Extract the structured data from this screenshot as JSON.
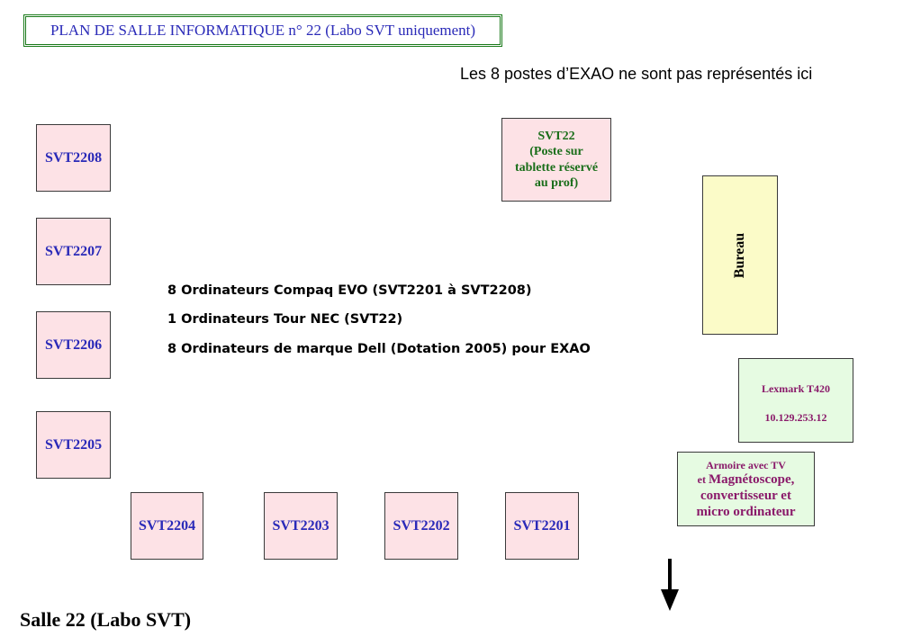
{
  "header": {
    "title": "PLAN DE SALLE INFORMATIQUE n° 22 (Labo SVT uniquement)",
    "note": "Les 8 postes d’EXAO ne sont pas représentés ici"
  },
  "stations": {
    "svt2208": "SVT2208",
    "svt2207": "SVT2207",
    "svt2206": "SVT2206",
    "svt2205": "SVT2205",
    "svt2204": "SVT2204",
    "svt2203": "SVT2203",
    "svt2202": "SVT2202",
    "svt2201": "SVT2201"
  },
  "prof_station": {
    "line1": "SVT22",
    "line2": "(Poste sur",
    "line3": "tablette réservé",
    "line4": "au prof)"
  },
  "bureau": {
    "label": "Bureau"
  },
  "printer": {
    "name": "Lexmark T420",
    "ip": "10.129.253.12"
  },
  "armoire": {
    "line1": "Armoire avec TV",
    "line2_prefix": "et ",
    "line2_main": "Magnétoscope,",
    "line3": "convertisseur et",
    "line4": "micro ordinateur"
  },
  "info": {
    "line1": "8 Ordinateurs Compaq EVO (SVT2201 à SVT2208)",
    "line2": "1 Ordinateurs Tour NEC (SVT22)",
    "line3": "8 Ordinateurs de marque Dell (Dotation 2005) pour EXAO"
  },
  "room": {
    "label": "Salle 22 (Labo SVT)"
  },
  "colors": {
    "station_fill": "#fde2e6",
    "station_text": "#2a2ab8",
    "prof_text": "#1a6e1a",
    "bureau_fill": "#fbfbc8",
    "equipment_fill": "#e6fbe2",
    "equipment_text": "#8a1a6a",
    "title_border": "#1a7a1a"
  },
  "icons": {
    "entrance": "down-arrow-icon"
  }
}
